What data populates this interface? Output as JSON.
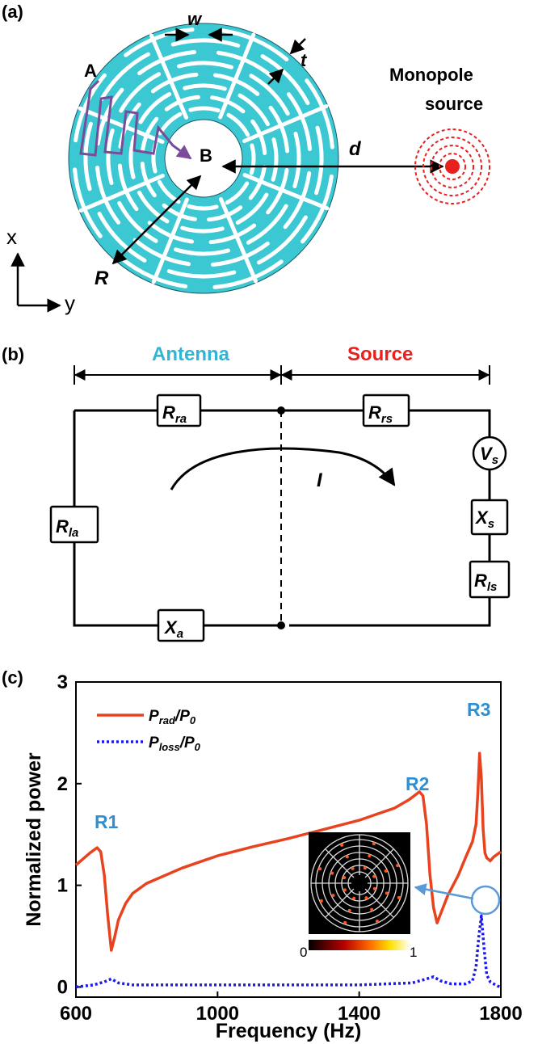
{
  "panels": {
    "a": {
      "label": "(a)",
      "w": "w",
      "t": "t",
      "A": "A",
      "B": "B",
      "d": "d",
      "R": "R",
      "source_line1": "Monopole",
      "source_line2": "source",
      "axis_x": "x",
      "axis_y": "y"
    },
    "b": {
      "label": "(b)",
      "antenna": "Antenna",
      "source": "Source",
      "current": "I",
      "components": {
        "Rra": {
          "main": "R",
          "sub": "ra"
        },
        "Rrs": {
          "main": "R",
          "sub": "rs"
        },
        "Rla": {
          "main": "R",
          "sub": "la"
        },
        "Xa": {
          "main": "X",
          "sub": "a"
        },
        "Vs": {
          "main": "V",
          "sub": "s"
        },
        "Xs": {
          "main": "X",
          "sub": "s"
        },
        "Rls": {
          "main": "R",
          "sub": "ls"
        }
      }
    },
    "c": {
      "label": "(c)",
      "legend": [
        {
          "main": "P",
          "sub": "rad",
          "tail": "/P",
          "tailsub": "0"
        },
        {
          "main": "P",
          "sub": "loss",
          "tail": "/P",
          "tailsub": "0"
        }
      ],
      "resonances": [
        "R1",
        "R2",
        "R3"
      ],
      "colorbar_min": "0",
      "colorbar_max": "1"
    }
  },
  "colors": {
    "cyan": "#3cc8d2",
    "red": "#e8421e",
    "blue": "#1a1af0",
    "label_blue": "#2f8fd0",
    "purple": "#7a4b9a",
    "source_red": "#e8201e"
  },
  "chart_data": {
    "type": "line",
    "xlabel": "Frequency (Hz)",
    "ylabel": "Normalized power",
    "xlim": [
      600,
      1800
    ],
    "ylim": [
      -0.1,
      3
    ],
    "xticks": [
      600,
      1000,
      1400,
      1800
    ],
    "yticks": [
      0,
      1,
      2,
      3
    ],
    "series": [
      {
        "name": "Prad/P0",
        "color": "#e8421e",
        "style": "solid",
        "x": [
          600,
          620,
          640,
          660,
          670,
          680,
          690,
          700,
          710,
          720,
          740,
          760,
          800,
          900,
          1000,
          1100,
          1200,
          1300,
          1400,
          1450,
          1500,
          1540,
          1570,
          1580,
          1590,
          1600,
          1610,
          1620,
          1630,
          1650,
          1680,
          1700,
          1720,
          1730,
          1735,
          1740,
          1745,
          1750,
          1755,
          1760,
          1770,
          1780,
          1800
        ],
        "y": [
          1.2,
          1.26,
          1.32,
          1.37,
          1.33,
          1.1,
          0.7,
          0.36,
          0.5,
          0.66,
          0.82,
          0.92,
          1.02,
          1.17,
          1.29,
          1.38,
          1.46,
          1.55,
          1.64,
          1.7,
          1.76,
          1.84,
          1.92,
          1.88,
          1.6,
          1.1,
          0.78,
          0.63,
          0.72,
          0.9,
          1.1,
          1.27,
          1.43,
          1.6,
          1.9,
          2.3,
          2.05,
          1.55,
          1.32,
          1.27,
          1.24,
          1.28,
          1.33
        ]
      },
      {
        "name": "Ploss/P0",
        "color": "#1a1af0",
        "style": "dotted",
        "x": [
          600,
          650,
          680,
          700,
          720,
          760,
          800,
          1000,
          1200,
          1400,
          1550,
          1590,
          1610,
          1630,
          1660,
          1700,
          1720,
          1730,
          1738,
          1745,
          1752,
          1760,
          1770,
          1790,
          1800
        ],
        "y": [
          0,
          0.02,
          0.05,
          0.08,
          0.04,
          0.02,
          0.02,
          0.02,
          0.02,
          0.02,
          0.04,
          0.08,
          0.1,
          0.06,
          0.03,
          0.03,
          0.06,
          0.2,
          0.5,
          0.7,
          0.4,
          0.12,
          0.05,
          0.01,
          0
        ]
      }
    ],
    "annotations": [
      {
        "text": "R1",
        "x": 660,
        "y": 1.37
      },
      {
        "text": "R2",
        "x": 1570,
        "y": 1.92
      },
      {
        "text": "R3",
        "x": 1742,
        "y": 2.3
      }
    ]
  }
}
